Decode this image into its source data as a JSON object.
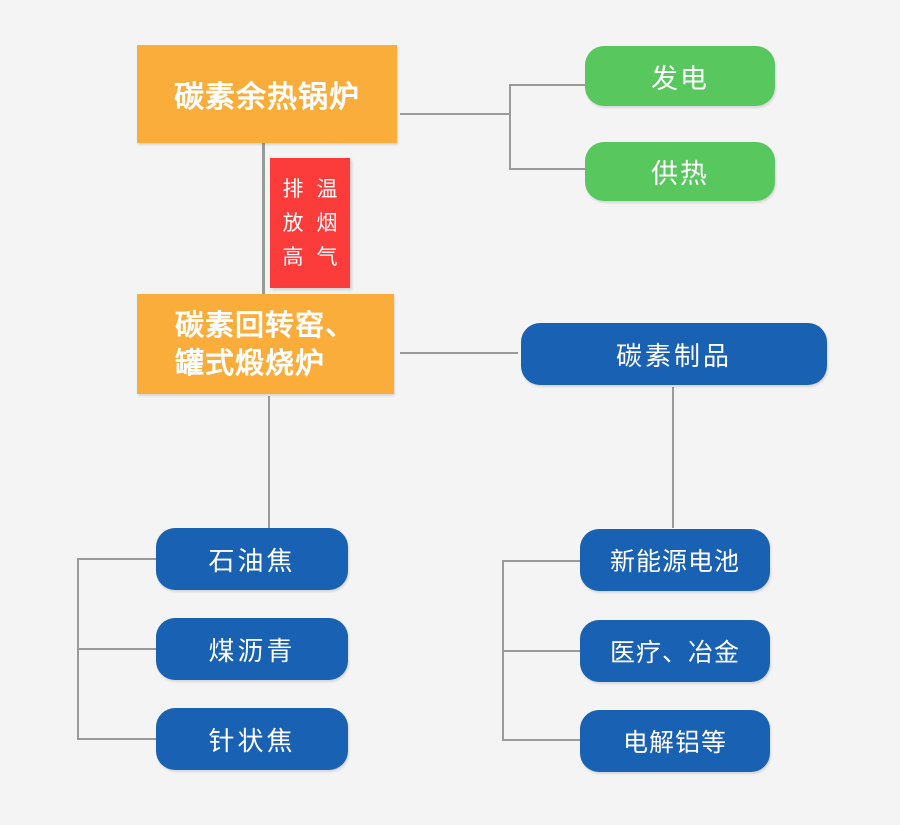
{
  "colors": {
    "bg": "#f4f4f5",
    "orange": "#fbad3c",
    "green": "#57c75e",
    "blue": "#1961b3",
    "red": "#fc3b3b",
    "line": "#9a9a9a",
    "text": "#ffffff"
  },
  "diagram": {
    "boiler": {
      "label": "碳素余热锅炉"
    },
    "outputs": [
      {
        "label": "发电"
      },
      {
        "label": "供热"
      }
    ],
    "flue_gas": {
      "col1": "排放高",
      "col2": "温烟气"
    },
    "kiln": {
      "line1": "碳素回转窑、",
      "line2": "罐式煅烧炉"
    },
    "products": {
      "label": "碳素制品"
    },
    "raw_materials": [
      {
        "label": "石油焦"
      },
      {
        "label": "煤沥青"
      },
      {
        "label": "针状焦"
      }
    ],
    "applications": [
      {
        "label": "新能源电池"
      },
      {
        "label": "医疗、冶金"
      },
      {
        "label": "电解铝等"
      }
    ]
  }
}
